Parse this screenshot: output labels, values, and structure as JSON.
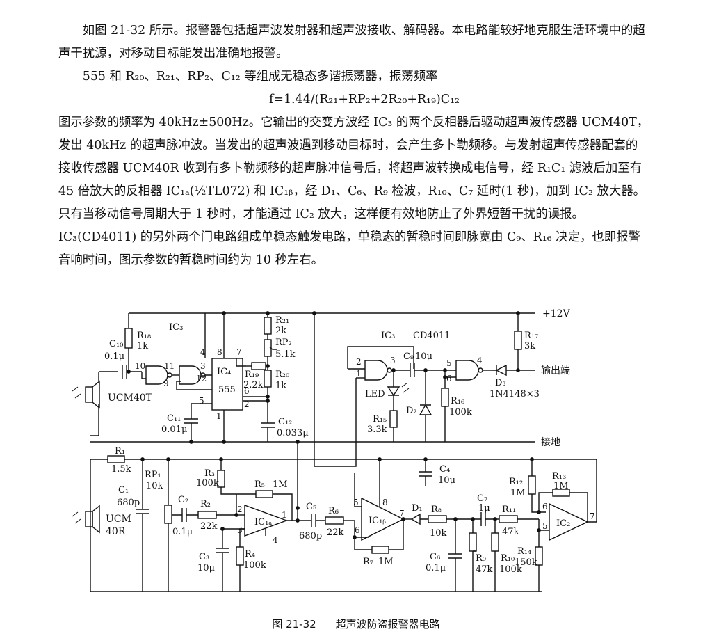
{
  "text": {
    "p1": "如图 21-32 所示。报警器包括超声波发射器和超声波接收、解码器。本电路能较好地克服生活环境中的超声干扰源，对移动目标能发出准确地报警。",
    "p2": "555 和 R₂₀、R₂₁、RP₂、C₁₂ 等组成无稳态多谐振荡器，振荡频率",
    "formula": "f=1.44/(R₂₁+RP₂+2R₂₀+R₁₉)C₁₂",
    "p3": "图示参数的频率为 40kHz±500Hz。它输出的交变方波经 IC₃ 的两个反相器后驱动超声波传感器 UCM40T，发出 40kHz 的超声脉冲波。当发出的超声波遇到移动目标时，会产生多卜勒频移。与发射超声传感器配套的接收传感器 UCM40R 收到有多卜勒频移的超声脉冲信号后，将超声波转换成电信号，经 R₁C₁ 滤波后加至有 45 倍放大的反相器 IC₁ₐ(½TL072) 和 IC₁ᵦ，经 D₁、C₆、R₉ 检波，R₁₀、C₇ 延时(1 秒)，加到 IC₂ 放大器。只有当移动信号周期大于 1 秒时，才能通过 IC₂ 放大，这样便有效地防止了外界短暂干扰的误报。IC₃(CD4011) 的另外两个门电路组成单稳态触发电路，单稳态的暂稳时间即脉宽由 C₉、R₁₆ 决定，也即报警音响时间，图示参数的暂稳时间约为 10 秒左右。"
  },
  "caption": {
    "number": "图 21-32",
    "title": "超声波防盗报警器电路"
  },
  "rails": {
    "vcc": "+12V",
    "output": "输出端",
    "ground": "接地"
  },
  "tx": {
    "ic3": "IC₃",
    "ic4": "IC₄",
    "chip555": "555",
    "r18": "R₁₈",
    "r18v": "1k",
    "c10": "C₁₀",
    "c10v": "0.1μ",
    "r21": "R₂₁",
    "r21v": "2k",
    "rp2": "RP₂",
    "rp2v": "5.1k",
    "r19": "R₁₉",
    "r19v": "2.2k",
    "r20": "R₂₀",
    "r20v": "1k",
    "c11": "C₁₁",
    "c11v": "0.01μ",
    "c12": "C₁₂",
    "c12v": "0.033μ",
    "ucm40t": "UCM40T",
    "p10": "10",
    "p11": "11",
    "p9": "9",
    "p3": "3",
    "p12": "12",
    "p4": "4",
    "p8": "8",
    "p7": "7",
    "p6": "6",
    "p2": "2",
    "p5": "5",
    "p1": "1"
  },
  "mono": {
    "ic3": "IC₃",
    "cd4011": "CD4011",
    "c9": "C₉",
    "c9v": "10μ",
    "led": "LED",
    "d2": "D₂",
    "r15": "R₁₅",
    "r15v": "3.3k",
    "r16": "R₁₆",
    "r16v": "100k",
    "r17": "R₁₇",
    "r17v": "3k",
    "d3": "D₃",
    "d3v": "1N4148×3",
    "p2": "2",
    "p1": "1",
    "p3": "3",
    "p5": "5",
    "p6": "6",
    "p4": "4"
  },
  "rx": {
    "r1": "R₁",
    "r1v": "1.5k",
    "c1": "C₁",
    "c1v": "680p",
    "rp1": "RP₁",
    "rp1v": "10k",
    "ucm": "UCM",
    "ucm2": "40R",
    "c2": "C₂",
    "c2v": "0.1μ",
    "r2": "R₂",
    "r2v": "22k",
    "r3": "R₃",
    "r3v": "100k",
    "r5": "R₅",
    "r5v": "1M",
    "ic1a": "IC₁ₐ",
    "c3": "C₃",
    "c3v": "10μ",
    "r4": "R₄",
    "r4v": "100k",
    "c5": "C₅",
    "c5v": "680p",
    "r6": "R₆",
    "r6v": "22k",
    "ic1b": "IC₁ᵦ",
    "r7": "R₇",
    "r7v": "1M",
    "c4": "C₄",
    "c4v": "10μ",
    "d1": "D₁",
    "r8": "R₈",
    "r8v": "10k",
    "c6": "C₆",
    "c6v": "0.1μ",
    "r9": "R₉",
    "r9v": "47k",
    "r10": "R₁₀",
    "r10v": "100k",
    "c7": "C₇",
    "c7v": "1μ",
    "r11": "R₁₁",
    "r11v": "47k",
    "r12": "R₁₂",
    "r12v": "1M",
    "r13": "R₁₃",
    "r13v": "1M",
    "ic2": "IC₂",
    "r14": "R₁₄",
    "r14v": "150k",
    "p2": "2",
    "p3": "3",
    "p1": "1",
    "p4": "4",
    "p5": "5",
    "p6": "6",
    "p7": "7",
    "p8": "8",
    "q6": "6",
    "q5": "5",
    "q7": "7"
  }
}
